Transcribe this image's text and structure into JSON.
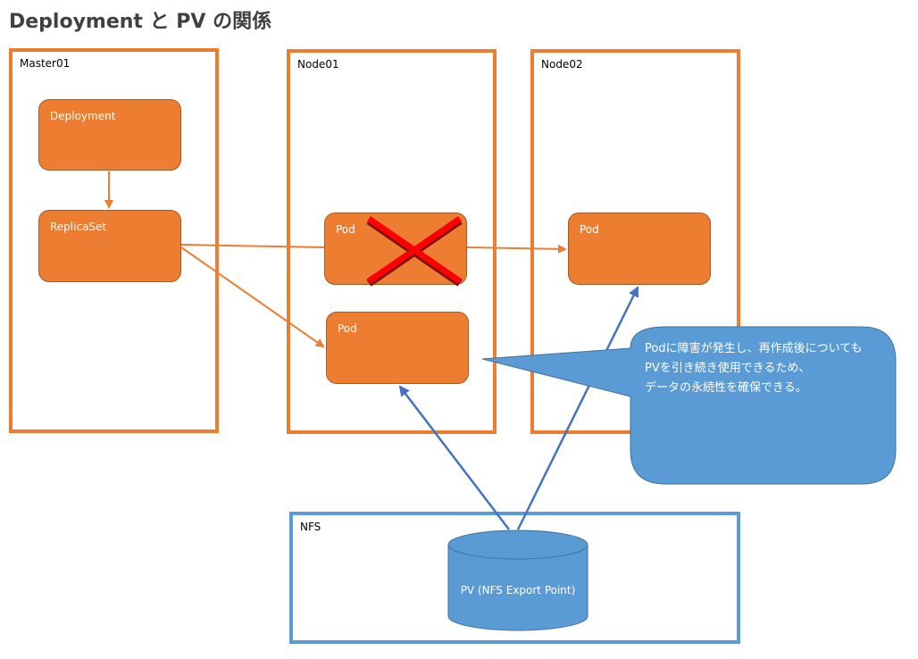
{
  "title": "Deployment と PV の関係",
  "nodes": {
    "master": "Master01",
    "node1": "Node01",
    "node2": "Node02",
    "nfs": "NFS"
  },
  "boxes": {
    "deployment": "Deployment",
    "replicaset": "ReplicaSet",
    "pod_failed": "Pod",
    "pod_node1": "Pod",
    "pod_node2": "Pod"
  },
  "storage": {
    "pv": "PV (NFS Export Point)"
  },
  "callout": {
    "lines": [
      "Podに障害が発生し、再作成後についても",
      "PVを引き続き使用できるため、",
      "データの永続性を確保できる。"
    ]
  },
  "colors": {
    "orange": "#ED7D31",
    "blue": "#5B9BD5",
    "arrow_blue": "#4472C4",
    "cross_red": "#FF0000"
  }
}
